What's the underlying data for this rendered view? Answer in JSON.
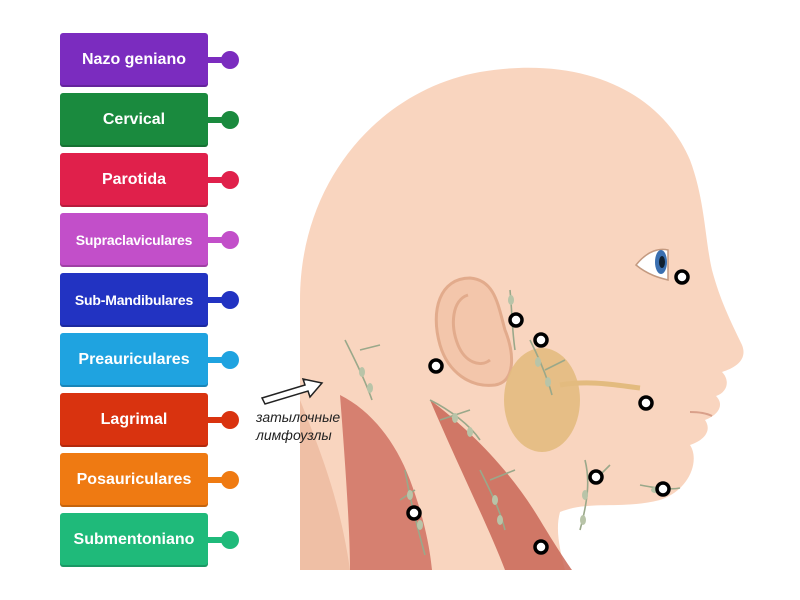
{
  "labels": [
    {
      "text": "Nazo geniano",
      "color": "#7b2cbf"
    },
    {
      "text": "Cervical",
      "color": "#1a8a3e"
    },
    {
      "text": "Parotida",
      "color": "#e0204b"
    },
    {
      "text": "Supraclaviculares",
      "color": "#c24fc9"
    },
    {
      "text": "Sub-Mandibulares",
      "color": "#2233c2"
    },
    {
      "text": "Preauriculares",
      "color": "#1fa3e0"
    },
    {
      "text": "Lagrimal",
      "color": "#d9330f"
    },
    {
      "text": "Posauriculares",
      "color": "#ef7a12"
    },
    {
      "text": "Submentoniano",
      "color": "#1fba7a"
    }
  ],
  "annotation": {
    "line1": "затылочные",
    "line2": "лимфоузлы"
  },
  "colors": {
    "skin": "#f9d5bf",
    "skin_shadow": "#efbfa5",
    "muscle": "#d17767",
    "gland": "#e3bb7f"
  }
}
